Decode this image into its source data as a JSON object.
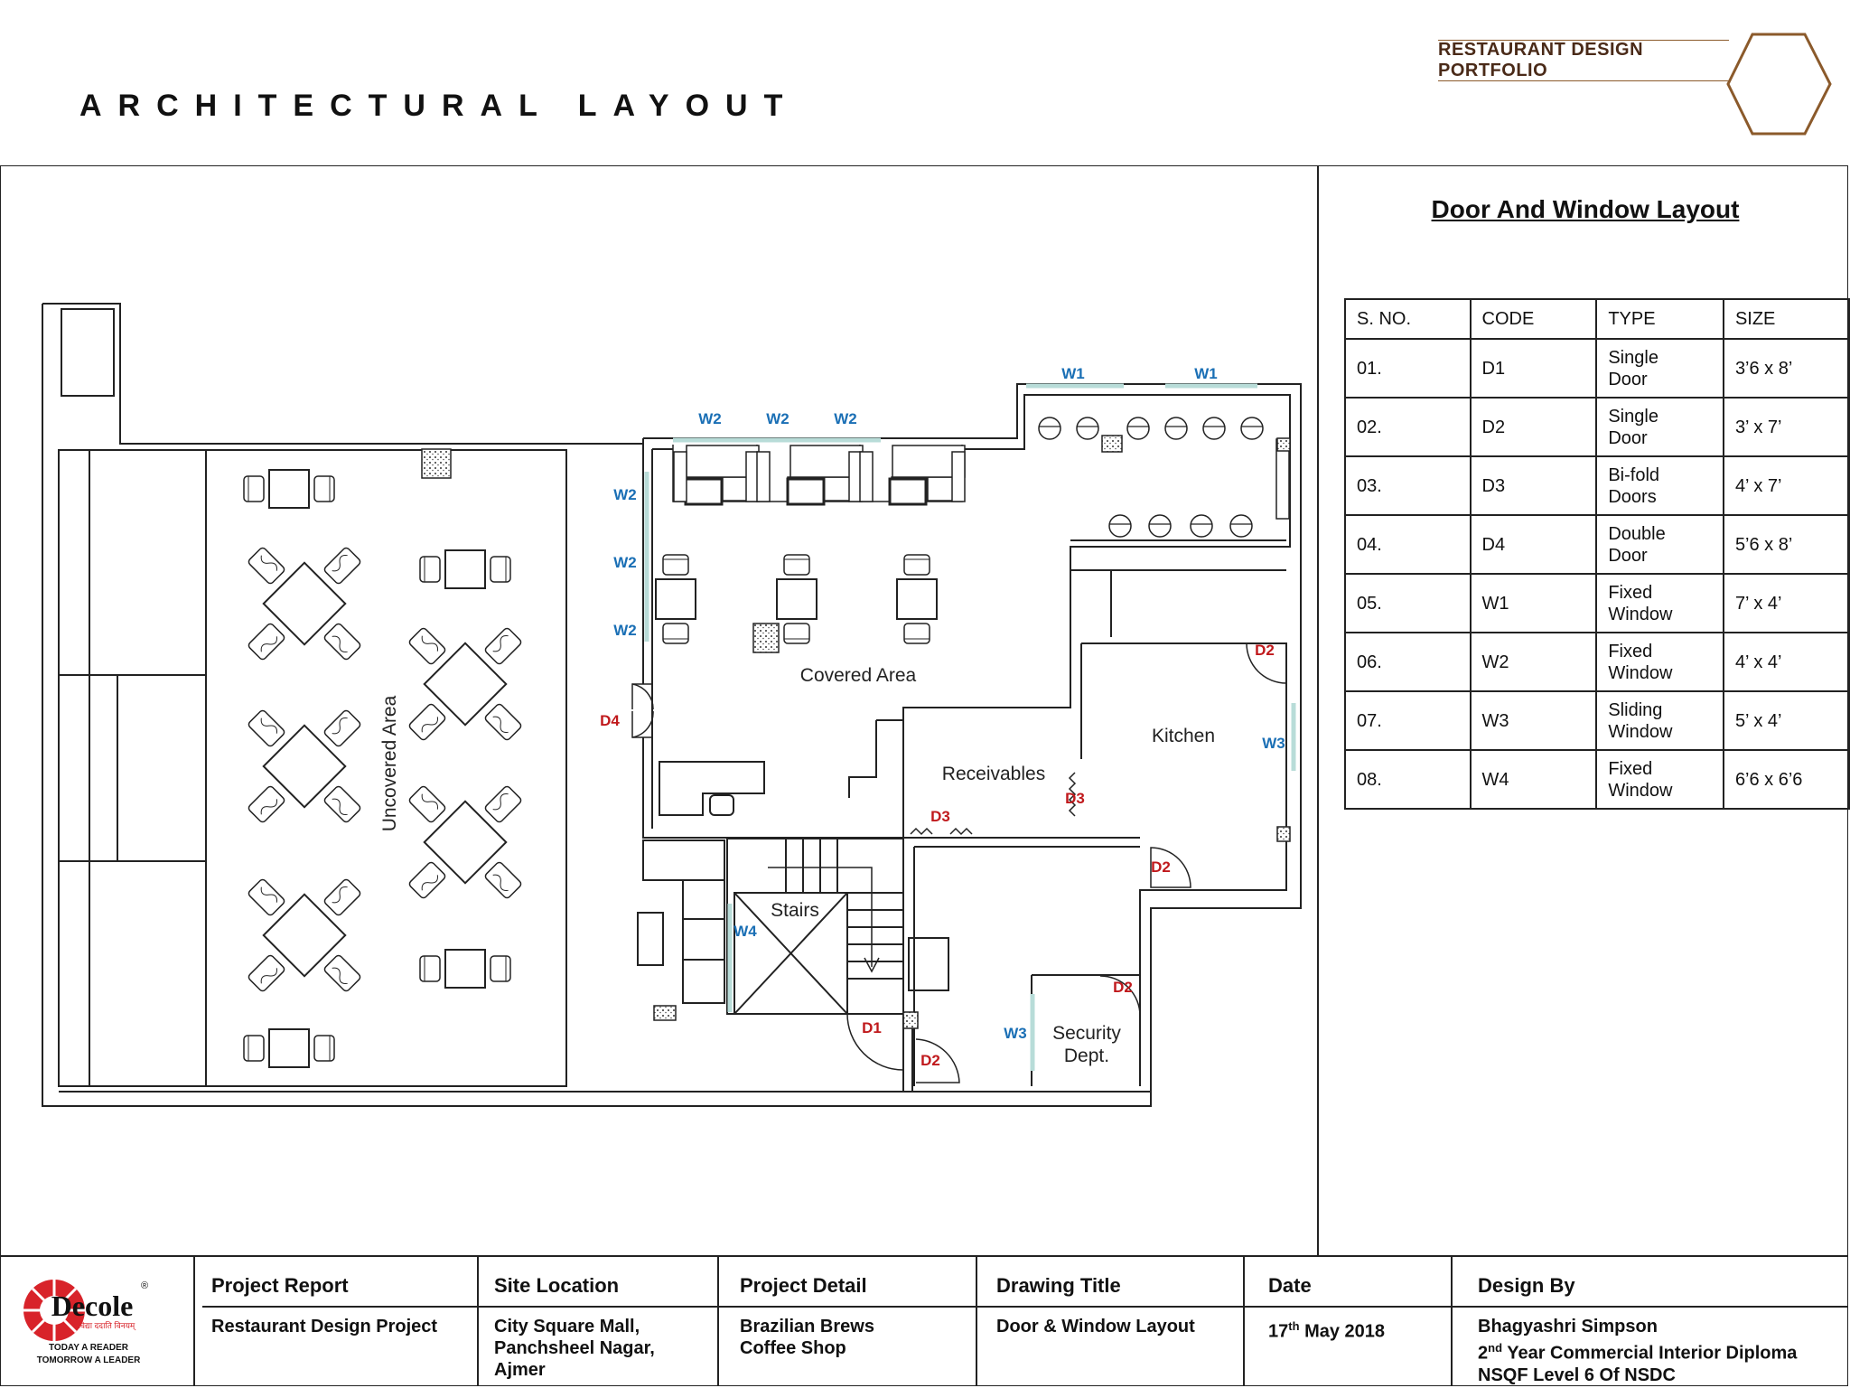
{
  "header": {
    "title": "ARCHITECTURAL LAYOUT",
    "portfolio": "RESTAURANT DESIGN PORTFOLIO"
  },
  "plan": {
    "rooms": {
      "uncovered": "Uncovered Area",
      "covered": "Covered Area",
      "kitchen": "Kitchen",
      "receivables": "Receivables",
      "stairs": "Stairs",
      "security_line1": "Security",
      "security_line2": "Dept."
    },
    "tags": {
      "w1": "W1",
      "w2": "W2",
      "w3": "W3",
      "w4": "W4",
      "d1": "D1",
      "d2": "D2",
      "d3": "D3",
      "d4": "D4"
    },
    "colors": {
      "window_tag": "#1a6fb5",
      "door_tag": "#c0191c",
      "glass": "#b8dcd8"
    }
  },
  "schedule": {
    "title": "Door And Window Layout",
    "headers": [
      "S. NO.",
      "CODE",
      "TYPE",
      "SIZE"
    ],
    "rows": [
      {
        "sno": "01.",
        "code": "D1",
        "type1": "Single",
        "type2": "Door",
        "size": "3’6 x 8’"
      },
      {
        "sno": "02.",
        "code": "D2",
        "type1": "Single",
        "type2": "Door",
        "size": "3’ x 7’"
      },
      {
        "sno": "03.",
        "code": "D3",
        "type1": "Bi-fold",
        "type2": "Doors",
        "size": "4’ x 7’"
      },
      {
        "sno": "04.",
        "code": "D4",
        "type1": "Double",
        "type2": "Door",
        "size": "5’6 x 8’"
      },
      {
        "sno": "05.",
        "code": "W1",
        "type1": "Fixed",
        "type2": "Window",
        "size": "7’ x 4’"
      },
      {
        "sno": "06.",
        "code": "W2",
        "type1": "Fixed",
        "type2": "Window",
        "size": "4’ x 4’"
      },
      {
        "sno": "07.",
        "code": "W3",
        "type1": "Sliding",
        "type2": "Window",
        "size": "5’ x 4’"
      },
      {
        "sno": "08.",
        "code": "W4",
        "type1": "Fixed",
        "type2": "Window",
        "size": "6’6 x 6’6"
      }
    ]
  },
  "title_block": {
    "logo_name": "Decole",
    "logo_tag1": "TODAY A READER",
    "logo_tag2": "TOMORROW A LEADER",
    "logo_hindi": "विद्या ददाति विनयम्",
    "project_report_h": "Project Report",
    "project_report_v": "Restaurant Design Project",
    "site_location_h": "Site Location",
    "site_location_v1": "City Square Mall,",
    "site_location_v2": "Panchsheel Nagar,",
    "site_location_v3": "Ajmer",
    "project_detail_h": "Project Detail",
    "project_detail_v1": "Brazilian Brews",
    "project_detail_v2": "Coffee Shop",
    "drawing_title_h": "Drawing Title",
    "drawing_title_v": "Door & Window Layout",
    "date_h": "Date",
    "date_day": "17",
    "date_sup": "th",
    "date_rest": " May 2018",
    "design_by_h": "Design By",
    "design_by_v1": "Bhagyashri Simpson",
    "design_by_v2a": "2",
    "design_by_v2sup": "nd",
    "design_by_v2b": " Year Commercial Interior Diploma",
    "design_by_v3": "NSQF Level 6 Of NSDC"
  }
}
